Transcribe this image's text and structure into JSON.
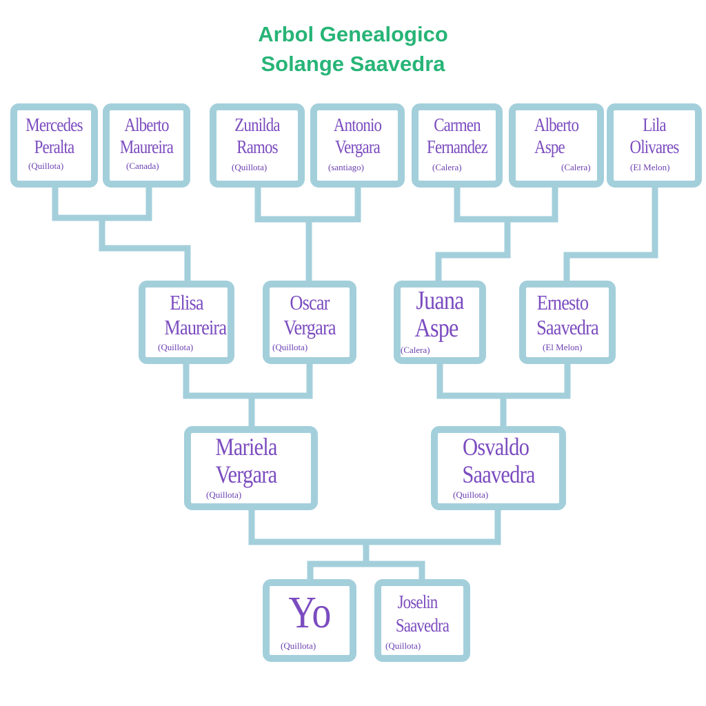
{
  "title": {
    "line1": "Arbol Genealogico",
    "line2": "Solange Saavedra"
  },
  "colors": {
    "title": "#27b477",
    "name": "#7b4cbf",
    "border": "#a3cfdb"
  },
  "people": {
    "mercedes": {
      "first": "Mercedes",
      "last": "Peralta",
      "place": "(Quillota)"
    },
    "alberto_m": {
      "first": "Alberto",
      "last": "Maureira",
      "place": "(Canada)"
    },
    "zunilda": {
      "first": "Zunilda",
      "last": "Ramos",
      "place": "(Quillota)"
    },
    "antonio": {
      "first": "Antonio",
      "last": "Vergara",
      "place": "(santiago)"
    },
    "carmen": {
      "first": "Carmen",
      "last": "Fernandez",
      "place": "(Calera)"
    },
    "alberto_a": {
      "first": "Alberto",
      "last": "Aspe",
      "place": "(Calera)"
    },
    "lila": {
      "first": "Lila",
      "last": "Olivares",
      "place": "(El Melon)"
    },
    "elisa": {
      "first": "Elisa",
      "last": "Maureira",
      "place": "(Quillota)"
    },
    "oscar": {
      "first": "Oscar",
      "last": "Vergara",
      "place": "(Quillota)"
    },
    "juana": {
      "first": "Juana",
      "last": "Aspe",
      "place": "(Calera)"
    },
    "ernesto": {
      "first": "Ernesto",
      "last": "Saavedra",
      "place": "(El Melon)"
    },
    "mariela": {
      "first": "Mariela",
      "last": "Vergara",
      "place": "(Quillota)"
    },
    "osvaldo": {
      "first": "Osvaldo",
      "last": "Saavedra",
      "place": "(Quillota)"
    },
    "yo": {
      "first": "Yo",
      "place": "(Quillota)"
    },
    "joselin": {
      "first": "Joselin",
      "last": "Saavedra",
      "place": "(Quillota)"
    }
  }
}
